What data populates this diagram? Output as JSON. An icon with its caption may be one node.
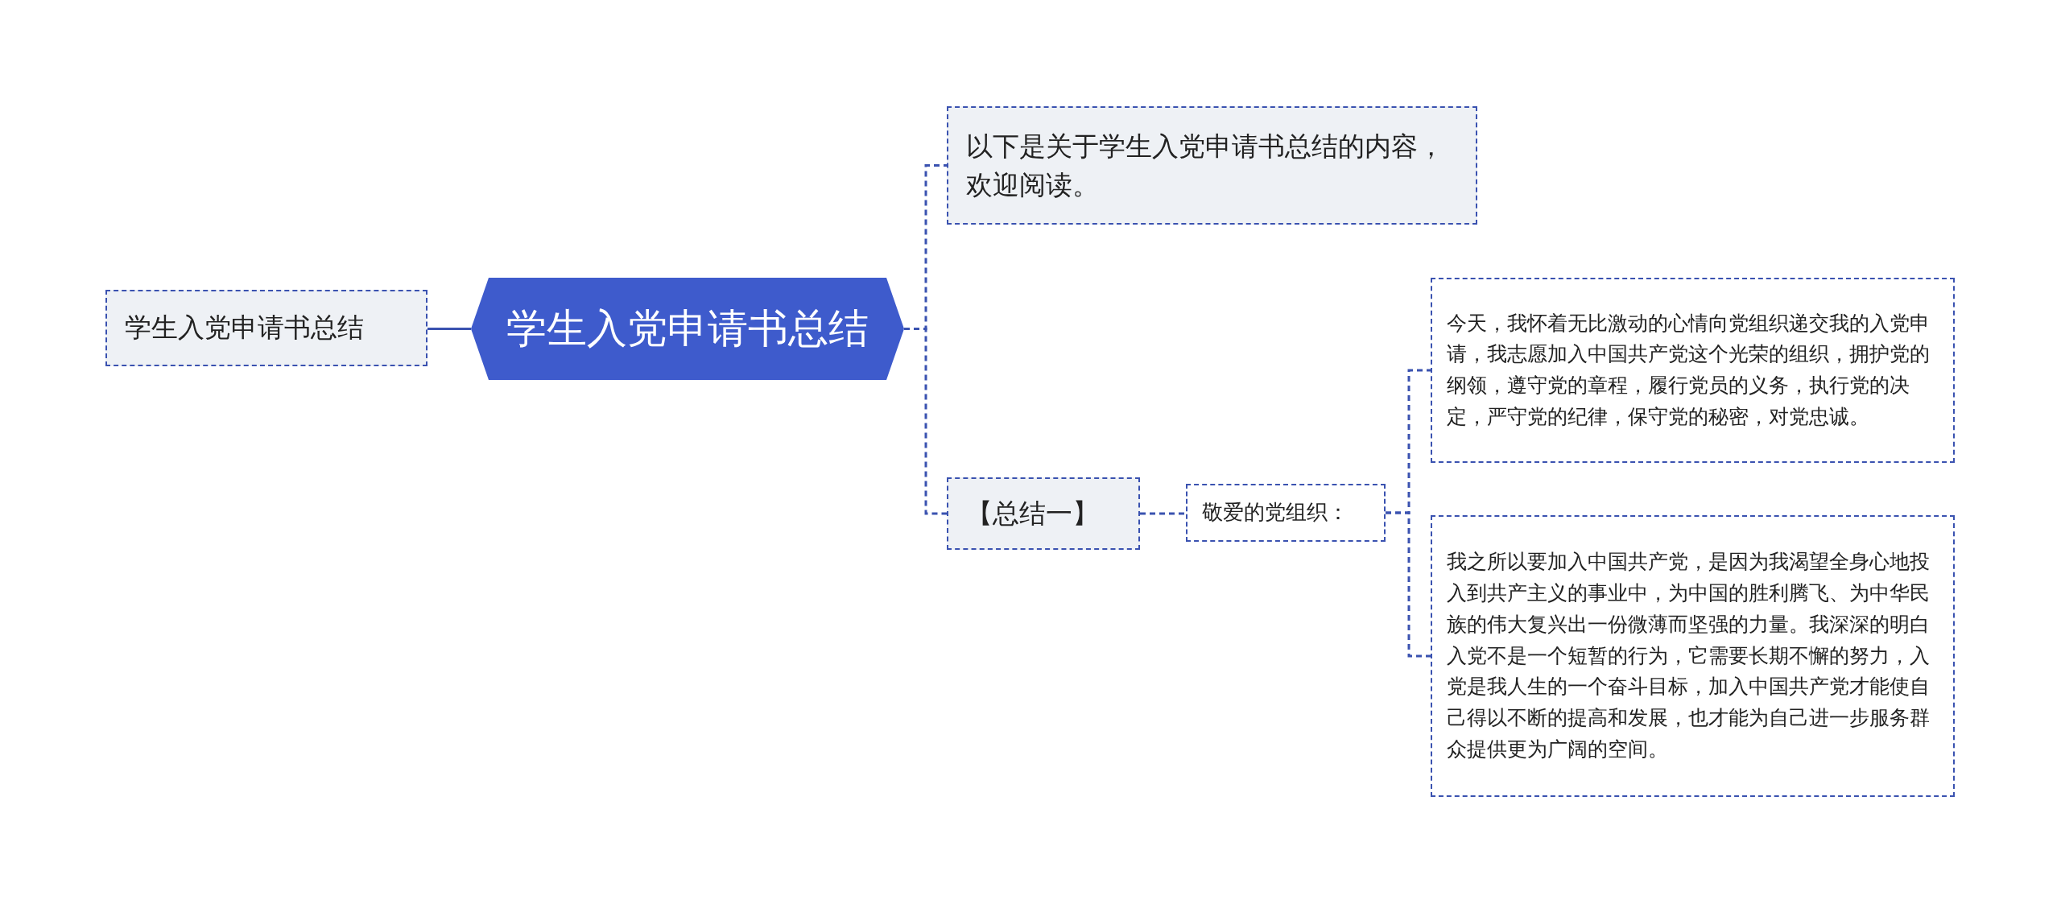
{
  "diagram": {
    "nodes": [
      {
        "text": [
          "学生入党申请书总结"
        ]
      },
      {
        "text": [
          "学生入党申请书总结"
        ]
      },
      {
        "text": [
          "以下是关于学生入党申请书总结的内容，欢迎阅读。"
        ]
      },
      {
        "text": [
          "【总结一】"
        ]
      },
      {
        "text": [
          "敬爱的党组织："
        ]
      },
      {
        "text": [
          "今天，我怀着无比激动的心情向党组织递交我的入党申请，我志愿加入中国共产党这个光荣的组织，拥护党的纲领，遵守党的章程，履行党员的义务，执行党的决定，严守党的纪律，保守党的秘密，对党忠诚。"
        ]
      },
      {
        "text": [
          "我之所以要加入中国共产党，是因为我渴望全身心地投入到共产主义的事业中，为中国的胜利腾飞、为中华民族的伟大复兴出一份微薄而坚强的力量。我深深的明白入党不是一个短暂的行为，它需要长期不懈的努力，入党是我人生的一个奋斗目标，加入中国共产党才能使自己得以不断的提高和发展，也才能为自己进一步服务群众提供更为广阔的空间。"
        ]
      }
    ],
    "edges": [
      {
        "from": 1,
        "to": 0,
        "arrow": "none"
      },
      {
        "from": 1,
        "to": 2,
        "arrow": "none",
        "style": "dashed"
      },
      {
        "from": 1,
        "to": 3,
        "arrow": "none",
        "style": "dashed"
      },
      {
        "from": 3,
        "to": 4,
        "arrow": "none",
        "style": "dashed"
      },
      {
        "from": 4,
        "to": 5,
        "arrow": "none",
        "style": "dashed"
      },
      {
        "from": 4,
        "to": 6,
        "arrow": "none",
        "style": "dashed"
      }
    ]
  }
}
